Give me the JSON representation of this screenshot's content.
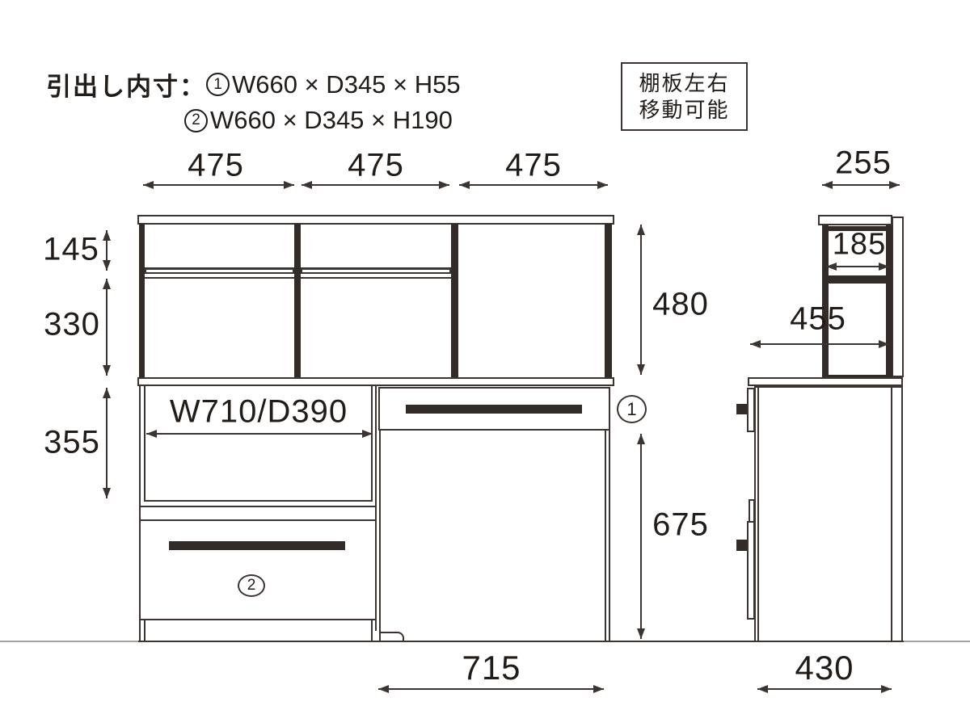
{
  "colors": {
    "line_ink": "#3b3430",
    "dark_fill": "#332b27",
    "text": "#211c18",
    "floor_outside": "#a8a29f",
    "background": "#ffffff"
  },
  "header": {
    "title": "引出し内寸：",
    "specs": [
      {
        "num": "1",
        "text": "W660 × D345 × H55"
      },
      {
        "num": "2",
        "text": "W660 × D345 × H190"
      }
    ]
  },
  "note": {
    "line1": "棚板左右",
    "line2": "移動可能"
  },
  "front_view": {
    "top_widths": [
      "475",
      "475",
      "475"
    ],
    "left_heights": [
      "145",
      "330",
      "355"
    ],
    "right_heights": [
      "480",
      "675"
    ],
    "open_space_label": "W710/D390",
    "bottom_width": "715",
    "drawer_top_num": "1",
    "drawer_bottom_num": "2"
  },
  "side_view": {
    "top_depth": "255",
    "inner_depth": "185",
    "counter_depth": "455",
    "bottom_depth": "430"
  }
}
